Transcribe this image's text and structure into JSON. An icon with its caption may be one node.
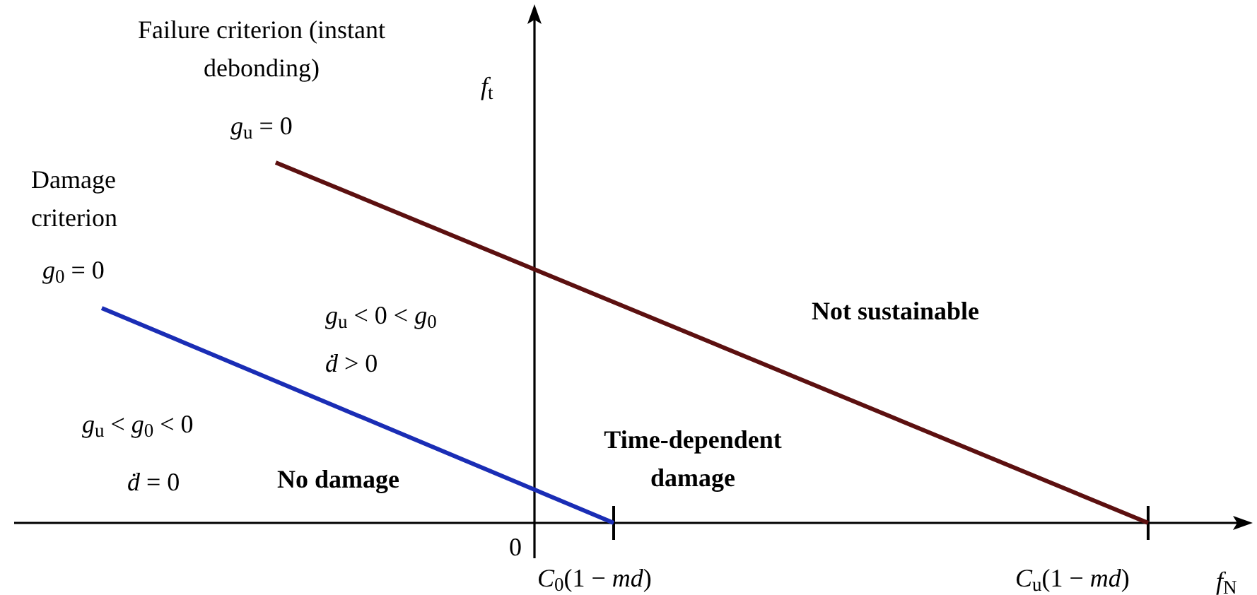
{
  "diagram": {
    "labels": [
      "Failure criterion (instant debonding)",
      "*g*$_{u}$ = 0",
      "*f*$_{t}$",
      "Damage criterion",
      "*g*$_{0}$ = 0",
      "*g*$_{u}$ < 0 < *g*$_{0}$",
      "*ḋ* > 0",
      "Not sustainable",
      "*g*$_{u}$ < *g*$_{0}$ < 0",
      "*ḋ* = 0",
      "No damage",
      "Time-dependent damage",
      "0",
      "*C*$_{0}$(1 − *md*)",
      "*C*$_{u}$(1 − *md*)",
      "*f*$_{N}$"
    ]
  }
}
